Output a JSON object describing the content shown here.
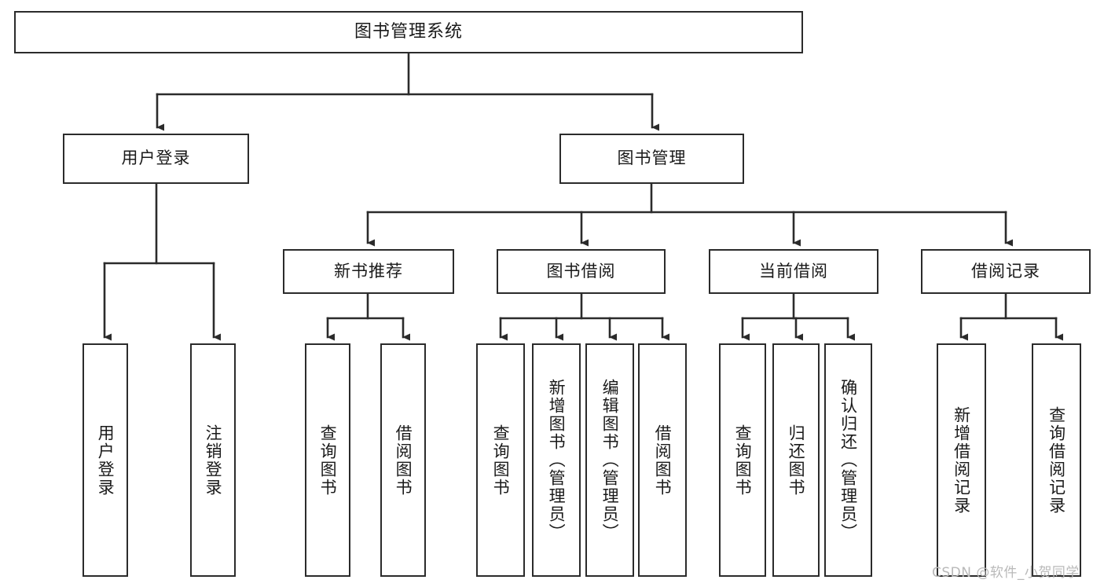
{
  "diagram": {
    "title": "图书管理系统",
    "style": {
      "box_border_color": "#2b2b2b",
      "box_fill_color": "#ffffff",
      "connector_color": "#2b2b2b",
      "text_color": "#1a1a1a",
      "background_color": "#ffffff",
      "watermark_color": "#b9b9b9"
    },
    "root": {
      "label": "图书管理系统"
    },
    "level1": [
      {
        "label": "用户登录"
      },
      {
        "label": "图书管理"
      }
    ],
    "level2": [
      {
        "label": "新书推荐"
      },
      {
        "label": "图书借阅"
      },
      {
        "label": "当前借阅"
      },
      {
        "label": "借阅记录"
      }
    ],
    "leaves": {
      "user_login": [
        {
          "label": "用户登录"
        },
        {
          "label": "注销登录"
        }
      ],
      "new_book_recommend": [
        {
          "label": "查询图书"
        },
        {
          "label": "借阅图书"
        }
      ],
      "book_borrow": [
        {
          "label": "查询图书"
        },
        {
          "label": "新增图书（管理员）"
        },
        {
          "label": "编辑图书（管理员）"
        },
        {
          "label": "借阅图书"
        }
      ],
      "current_borrow": [
        {
          "label": "查询图书"
        },
        {
          "label": "归还图书"
        },
        {
          "label": "确认归还（管理员）"
        }
      ],
      "borrow_record": [
        {
          "label": "新增借阅记录"
        },
        {
          "label": "查询借阅记录"
        }
      ]
    },
    "watermark": "CSDN @软件_小贺同学"
  }
}
